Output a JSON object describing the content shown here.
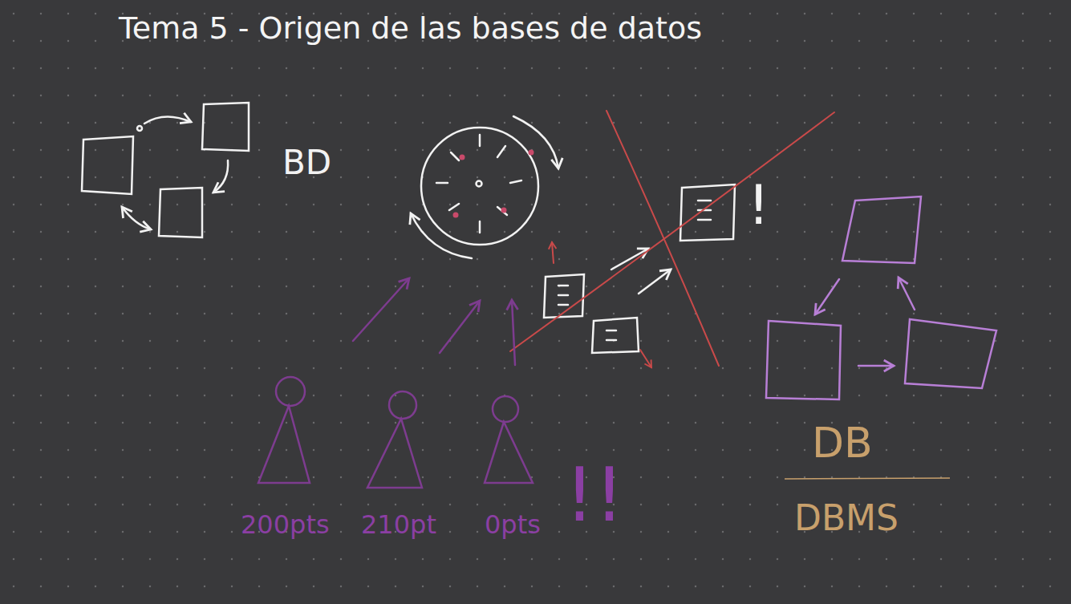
{
  "diagram": {
    "title": "Tema 5 - Origen de las bases de datos",
    "labels": [
      "BD",
      "!",
      "200pts",
      "210pt",
      "0pts",
      "!!",
      "DB",
      "DBMS"
    ]
  }
}
